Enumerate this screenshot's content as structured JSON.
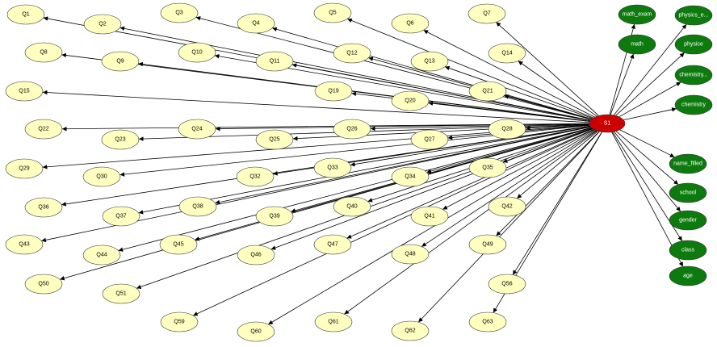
{
  "colors": {
    "source_fill": "#cc0000",
    "question_fill": "#ffffc0",
    "attribute_fill": "#0d7a0d",
    "edge": "#000000",
    "node_stroke": "#333333",
    "light_text": "#ffffff",
    "dark_text": "#000000"
  },
  "graph": {
    "source": "S1",
    "question_nodes": [
      "Q1",
      "Q2",
      "Q3",
      "Q4",
      "Q5",
      "Q6",
      "Q7",
      "Q8",
      "Q9",
      "Q10",
      "Q11",
      "Q12",
      "Q13",
      "Q14",
      "Q15",
      "Q19",
      "Q20",
      "Q21",
      "Q22",
      "Q23",
      "Q24",
      "Q25",
      "Q26",
      "Q27",
      "Q28",
      "Q29",
      "Q30",
      "Q32",
      "Q33",
      "Q34",
      "Q35",
      "Q36",
      "Q37",
      "Q38",
      "Q39",
      "Q40",
      "Q41",
      "Q42",
      "Q43",
      "Q44",
      "Q45",
      "Q46",
      "Q47",
      "Q48",
      "Q49",
      "Q50",
      "Q51",
      "Q56",
      "Q59",
      "Q60",
      "Q61",
      "Q62",
      "Q63"
    ],
    "attribute_nodes": [
      "math_exam",
      "physics_e...",
      "math",
      "physice",
      "chemistry...",
      "chemistry",
      "name_filled",
      "school",
      "gender",
      "class",
      "age"
    ],
    "edges": [
      [
        "S1",
        "Q1"
      ],
      [
        "S1",
        "Q2"
      ],
      [
        "S1",
        "Q3"
      ],
      [
        "S1",
        "Q4"
      ],
      [
        "S1",
        "Q5"
      ],
      [
        "S1",
        "Q6"
      ],
      [
        "S1",
        "Q7"
      ],
      [
        "S1",
        "Q8"
      ],
      [
        "S1",
        "Q9"
      ],
      [
        "S1",
        "Q10"
      ],
      [
        "S1",
        "Q11"
      ],
      [
        "S1",
        "Q12"
      ],
      [
        "S1",
        "Q13"
      ],
      [
        "S1",
        "Q14"
      ],
      [
        "S1",
        "Q15"
      ],
      [
        "S1",
        "Q19"
      ],
      [
        "S1",
        "Q20"
      ],
      [
        "S1",
        "Q21"
      ],
      [
        "S1",
        "Q22"
      ],
      [
        "S1",
        "Q23"
      ],
      [
        "S1",
        "Q24"
      ],
      [
        "S1",
        "Q25"
      ],
      [
        "S1",
        "Q26"
      ],
      [
        "S1",
        "Q27"
      ],
      [
        "S1",
        "Q28"
      ],
      [
        "S1",
        "Q29"
      ],
      [
        "S1",
        "Q30"
      ],
      [
        "S1",
        "Q32"
      ],
      [
        "S1",
        "Q33"
      ],
      [
        "S1",
        "Q34"
      ],
      [
        "S1",
        "Q35"
      ],
      [
        "S1",
        "Q36"
      ],
      [
        "S1",
        "Q37"
      ],
      [
        "S1",
        "Q38"
      ],
      [
        "S1",
        "Q39"
      ],
      [
        "S1",
        "Q40"
      ],
      [
        "S1",
        "Q41"
      ],
      [
        "S1",
        "Q42"
      ],
      [
        "S1",
        "Q43"
      ],
      [
        "S1",
        "Q44"
      ],
      [
        "S1",
        "Q45"
      ],
      [
        "S1",
        "Q46"
      ],
      [
        "S1",
        "Q47"
      ],
      [
        "S1",
        "Q48"
      ],
      [
        "S1",
        "Q49"
      ],
      [
        "S1",
        "Q50"
      ],
      [
        "S1",
        "Q51"
      ],
      [
        "S1",
        "Q56"
      ],
      [
        "S1",
        "Q59"
      ],
      [
        "S1",
        "Q60"
      ],
      [
        "S1",
        "Q61"
      ],
      [
        "S1",
        "Q62"
      ],
      [
        "S1",
        "Q63"
      ],
      [
        "S1",
        "math_exam"
      ],
      [
        "S1",
        "physics_e..."
      ],
      [
        "S1",
        "math"
      ],
      [
        "S1",
        "physice"
      ],
      [
        "S1",
        "chemistry..."
      ],
      [
        "S1",
        "chemistry"
      ],
      [
        "S1",
        "name_filled"
      ],
      [
        "S1",
        "school"
      ],
      [
        "S1",
        "gender"
      ],
      [
        "S1",
        "class"
      ],
      [
        "S1",
        "age"
      ]
    ]
  }
}
